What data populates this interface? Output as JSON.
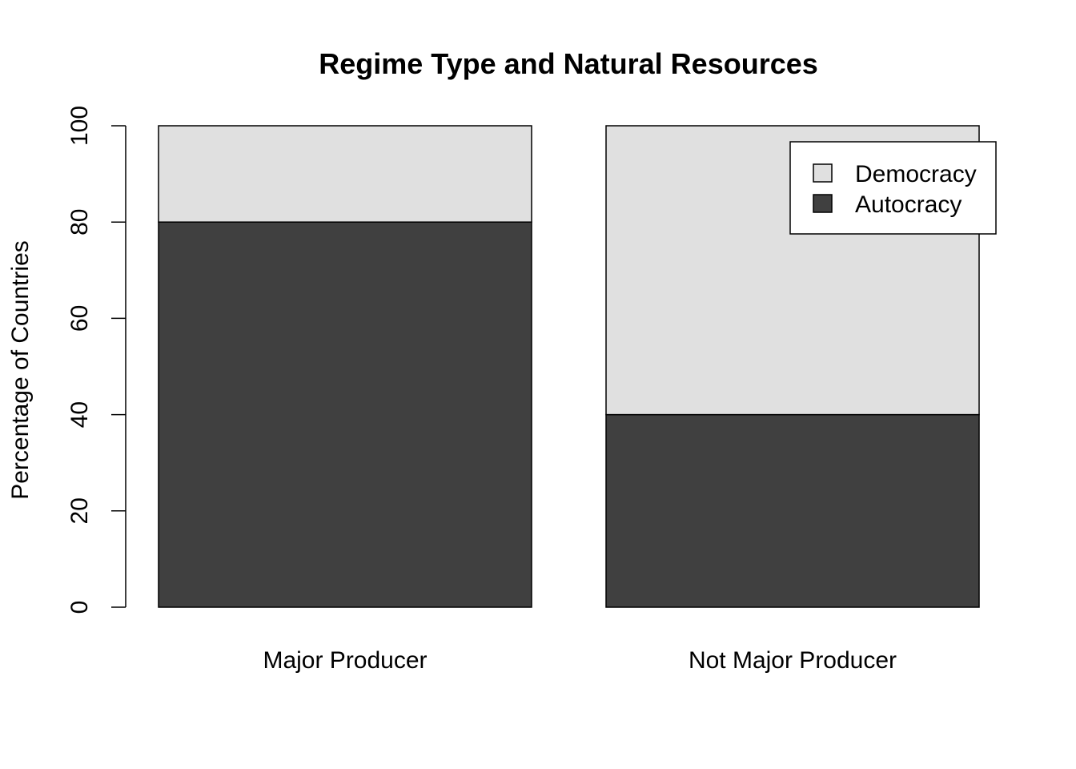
{
  "chart_data": {
    "type": "bar",
    "stacked": true,
    "title": "Regime Type and Natural Resources",
    "xlabel": "",
    "ylabel": "Percentage of Countries",
    "ylim": [
      0,
      100
    ],
    "yticks": [
      0,
      20,
      40,
      60,
      80,
      100
    ],
    "categories": [
      "Major Producer",
      "Not Major Producer"
    ],
    "series": [
      {
        "name": "Autocracy",
        "values": [
          80,
          40
        ],
        "color": "#404040"
      },
      {
        "name": "Democracy",
        "values": [
          20,
          60
        ],
        "color": "#e0e0e0"
      }
    ],
    "legend": {
      "position": "top-right",
      "entries": [
        "Democracy",
        "Autocracy"
      ]
    },
    "grid": false
  }
}
